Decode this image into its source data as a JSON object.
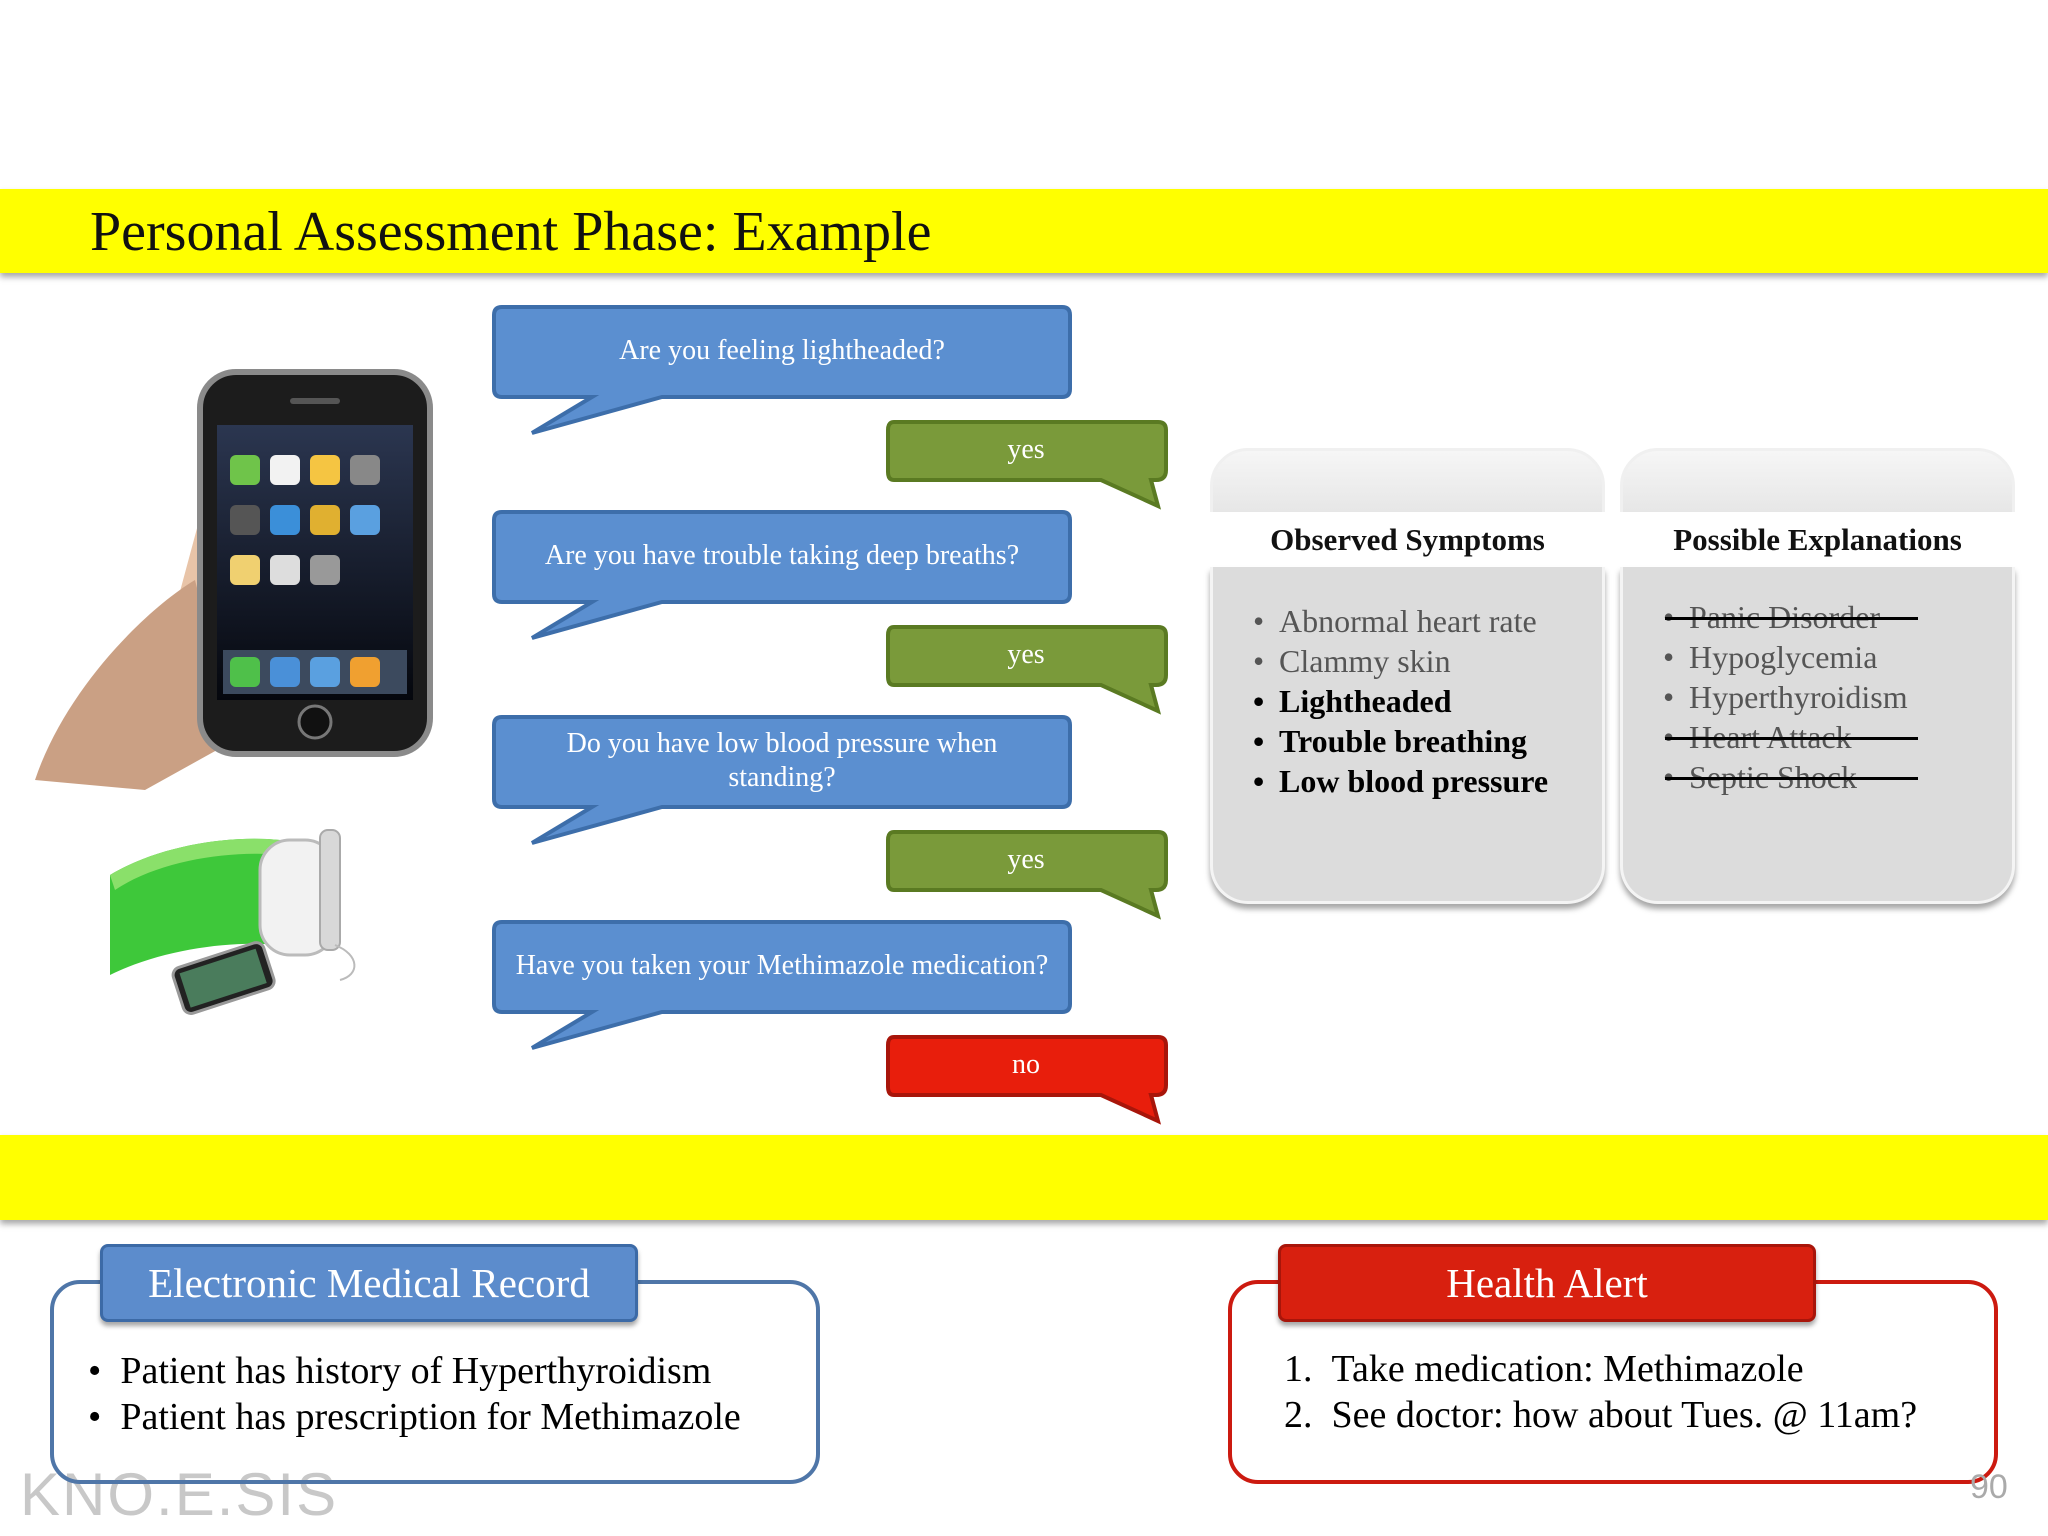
{
  "title": "Personal Assessment Phase: Example",
  "questions": [
    {
      "text": "Are you feeling lightheaded?",
      "answer": "yes"
    },
    {
      "text": "Are you have trouble taking deep breaths?",
      "answer": "yes"
    },
    {
      "text": "Do you have low blood pressure when standing?",
      "answer": "yes"
    },
    {
      "text": "Have you taken your Methimazole medication?",
      "answer": "no"
    }
  ],
  "symptoms": {
    "header": "Observed Symptoms",
    "items": [
      {
        "text": "Abnormal heart rate",
        "bold": false
      },
      {
        "text": "Clammy skin",
        "bold": false
      },
      {
        "text": "Lightheaded",
        "bold": true
      },
      {
        "text": "Trouble breathing",
        "bold": true
      },
      {
        "text": "Low blood pressure",
        "bold": true
      }
    ]
  },
  "explanations": {
    "header": "Possible Explanations",
    "items": [
      {
        "text": "Panic Disorder",
        "struck": true
      },
      {
        "text": "Hypoglycemia",
        "struck": false
      },
      {
        "text": "Hyperthyroidism",
        "struck": false
      },
      {
        "text": "Heart Attack",
        "struck": true
      },
      {
        "text": "Septic Shock",
        "struck": true
      }
    ]
  },
  "emr": {
    "title": "Electronic Medical Record",
    "items": [
      "Patient has history of Hyperthyroidism",
      "Patient has prescription for Methimazole"
    ]
  },
  "alert": {
    "title": "Health Alert",
    "items": [
      "Take medication: Methimazole",
      "See doctor: how about Tues. @ 11am?"
    ]
  },
  "page_number": "90",
  "logo_text": "KNO.E.SIS",
  "colors": {
    "band": "#ffff00",
    "question": "#5b8fd0",
    "yes": "#7a9a3a",
    "no": "#e81e0c"
  }
}
